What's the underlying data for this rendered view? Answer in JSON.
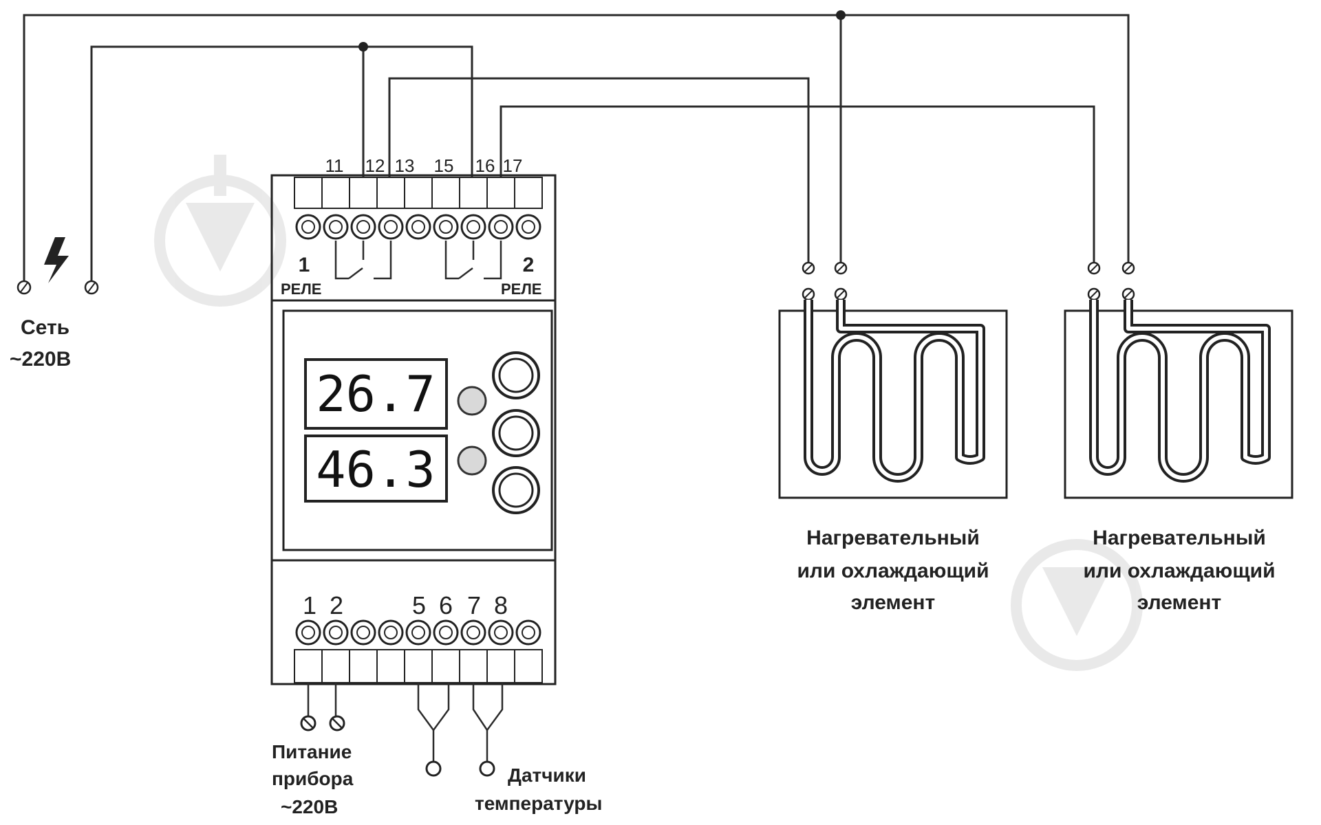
{
  "top_terminal_numbers": [
    "11",
    "12",
    "13",
    "15",
    "16",
    "17"
  ],
  "bottom_terminal_numbers": [
    "1",
    "2",
    "5",
    "6",
    "7",
    "8"
  ],
  "relay1": {
    "number": "1",
    "label": "РЕЛЕ"
  },
  "relay2": {
    "number": "2",
    "label": "РЕЛЕ"
  },
  "display": {
    "reading1": "26.7",
    "reading2": "46.3"
  },
  "mains": {
    "line1": "Сеть",
    "line2": "~220В"
  },
  "device_power": {
    "line1": "Питание",
    "line2": "прибора",
    "line3": "~220В"
  },
  "sensors": {
    "line1": "Датчики",
    "line2": "температуры"
  },
  "heater1": {
    "line1": "Нагревательный",
    "line2": "или охлаждающий",
    "line3": "элемент"
  },
  "heater2": {
    "line1": "Нагревательный",
    "line2": "или охлаждающий",
    "line3": "элемент"
  },
  "icons": [
    "lightning-icon",
    "download-watermark-icon"
  ],
  "colors": {
    "line": "#2a2a2a",
    "indicator": "#d9d9d9",
    "watermark": "#e6e6e6"
  }
}
